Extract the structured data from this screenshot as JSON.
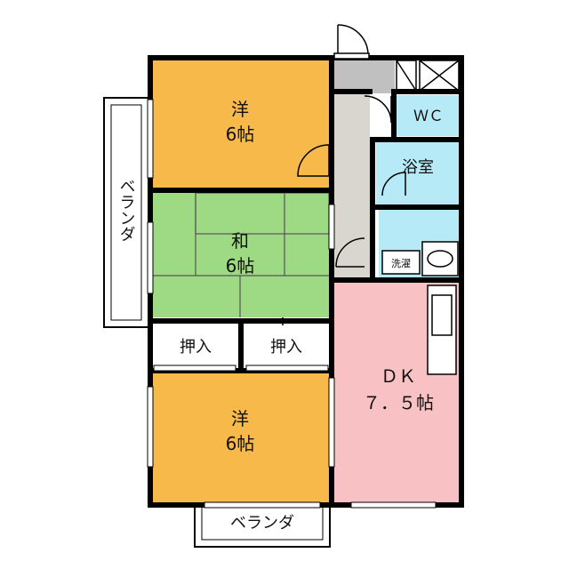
{
  "floorplan": {
    "rooms": {
      "western_top": {
        "name": "洋",
        "size": "6帖",
        "color": "#f8b94b"
      },
      "japanese": {
        "name": "和",
        "size": "6帖",
        "color": "#9ed983"
      },
      "western_bottom": {
        "name": "洋",
        "size": "6帖",
        "color": "#f8b94b"
      },
      "dk": {
        "name": "ＤＫ",
        "size": "７．５帖",
        "color": "#f8c2c5"
      },
      "bath": {
        "name": "浴室",
        "color": "#b7eaf7"
      },
      "wc": {
        "name": "ＷＣ",
        "color": "#b7eaf7"
      },
      "washroom": {
        "color": "#b7eaf7"
      }
    },
    "washer_label": "洗濯",
    "closet_left": "押入",
    "closet_right": "押入",
    "veranda_side": "ベランダ",
    "veranda_bottom": "ベランダ",
    "hallway_color": "#d8d6cf",
    "entry_color": "#c0c0c0",
    "wall_color": "#000000"
  }
}
